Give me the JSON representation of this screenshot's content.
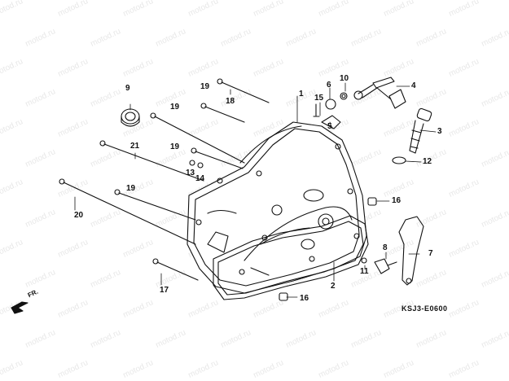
{
  "watermark": "motod.ru",
  "diagram_code": "KSJ3-E0600",
  "front_marker": "FR.",
  "callouts": {
    "c1": "1",
    "c2": "2",
    "c3": "3",
    "c4": "4",
    "c5": "5",
    "c6": "6",
    "c7": "7",
    "c8": "8",
    "c9": "9",
    "c10": "10",
    "c11": "11",
    "c12": "12",
    "c13": "13",
    "c14": "14",
    "c15": "15",
    "c16a": "16",
    "c16b": "16",
    "c17": "17",
    "c18": "18",
    "c19a": "19",
    "c19b": "19",
    "c19c": "19",
    "c19d": "19",
    "c20": "20",
    "c21": "21"
  }
}
